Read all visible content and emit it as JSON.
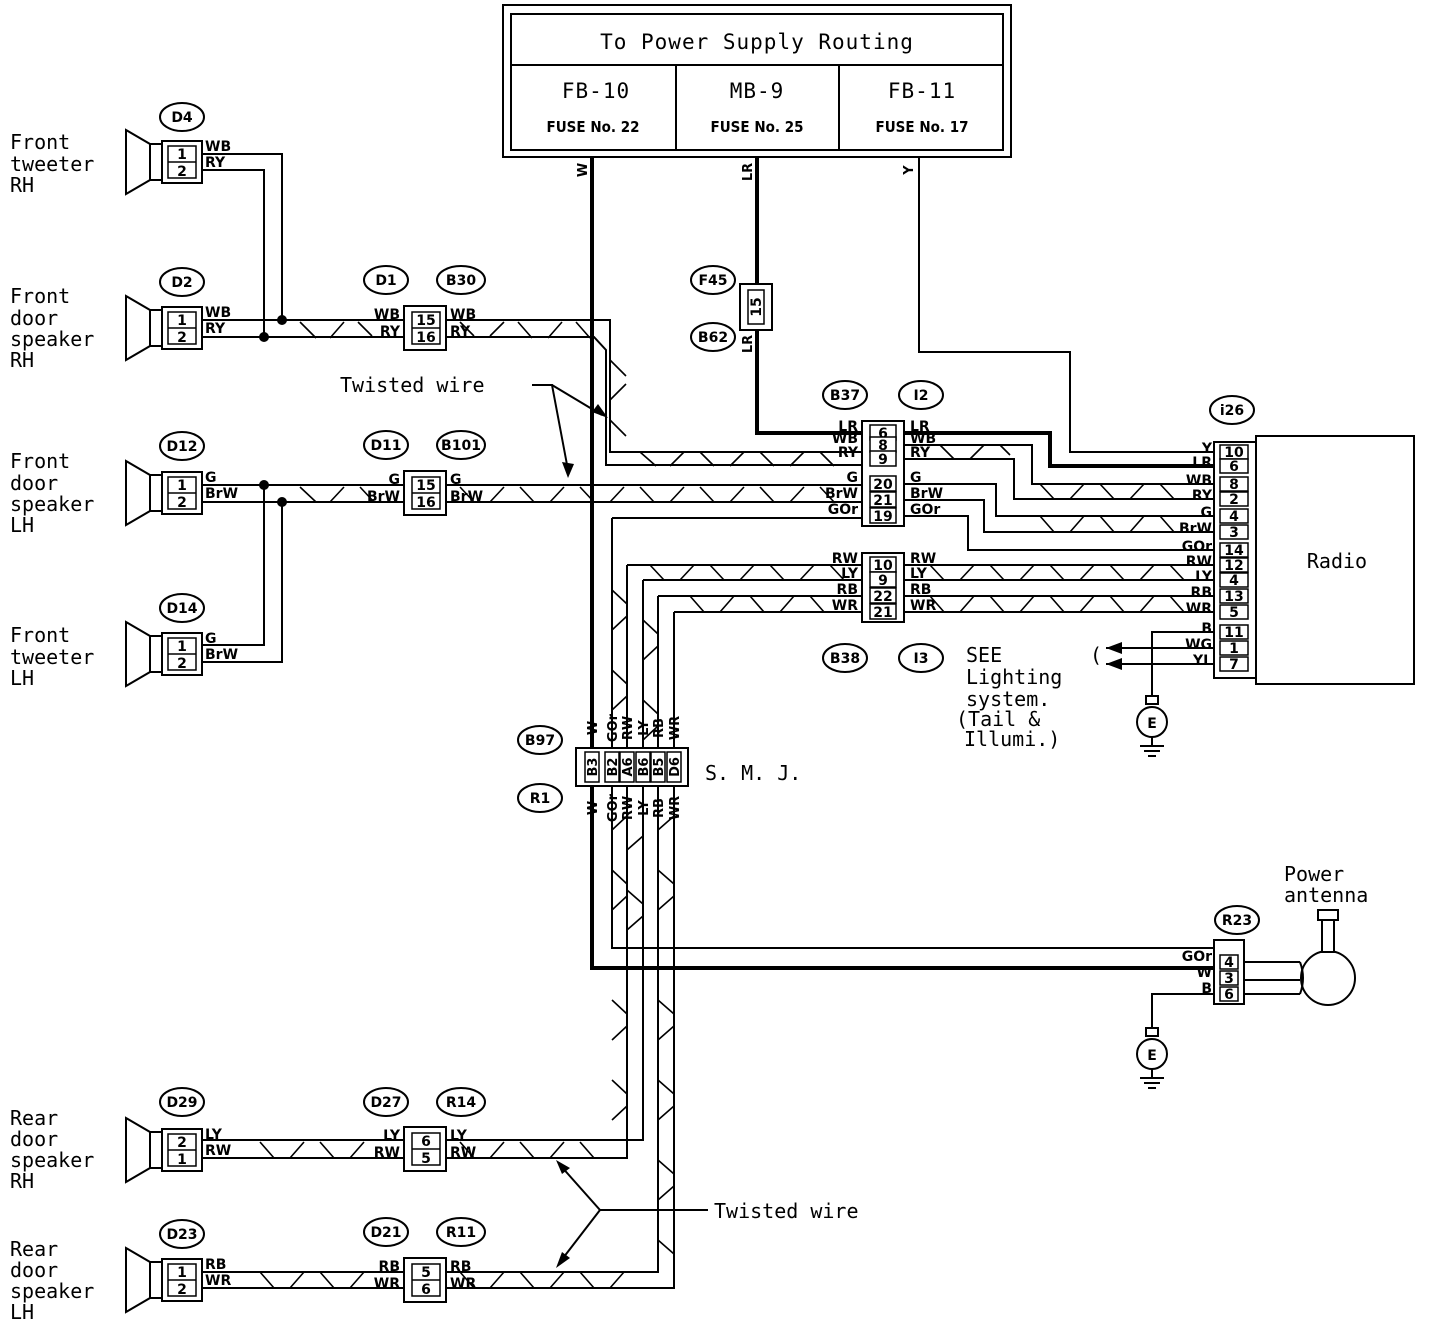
{
  "power_box": {
    "title": "To Power Supply Routing",
    "cells": [
      {
        "id": "FB-10",
        "fuse": "FUSE No. 22"
      },
      {
        "id": "MB-9",
        "fuse": "FUSE No. 25"
      },
      {
        "id": "FB-11",
        "fuse": "FUSE No. 17"
      }
    ],
    "wire_w": "W",
    "wire_lr": "LR",
    "wire_y": "Y"
  },
  "speakers": {
    "front_tweeter_rh": {
      "name": [
        "Front",
        "tweeter",
        "RH"
      ],
      "conn": "D4",
      "pins": [
        "1",
        "2"
      ],
      "wires": [
        "WB",
        "RY"
      ]
    },
    "front_door_rh": {
      "name": [
        "Front",
        "door",
        "speaker",
        "RH"
      ],
      "conn": "D2",
      "pins": [
        "1",
        "2"
      ],
      "wires": [
        "WB",
        "RY"
      ]
    },
    "front_door_lh": {
      "name": [
        "Front",
        "door",
        "speaker",
        "LH"
      ],
      "conn": "D12",
      "pins": [
        "1",
        "2"
      ],
      "wires": [
        "G",
        "BrW"
      ]
    },
    "front_tweeter_lh": {
      "name": [
        "Front",
        "tweeter",
        "LH"
      ],
      "conn": "D14",
      "pins": [
        "1",
        "2"
      ],
      "wires": [
        "G",
        "BrW"
      ]
    },
    "rear_door_rh": {
      "name": [
        "Rear",
        "door",
        "speaker",
        "RH"
      ],
      "conn": "D29",
      "pins": [
        "2",
        "1"
      ],
      "wires": [
        "LY",
        "RW"
      ]
    },
    "rear_door_lh": {
      "name": [
        "Rear",
        "door",
        "speaker",
        "LH"
      ],
      "conn": "D23",
      "pins": [
        "1",
        "2"
      ],
      "wires": [
        "RB",
        "WR"
      ]
    }
  },
  "inline": {
    "d1_b30": {
      "conn_a": "D1",
      "conn_b": "B30",
      "pins": [
        "15",
        "16"
      ],
      "wires": [
        "WB",
        "RY"
      ]
    },
    "d11_b101": {
      "conn_a": "D11",
      "conn_b": "B101",
      "pins": [
        "15",
        "16"
      ],
      "wires": [
        "G",
        "BrW"
      ]
    },
    "d27_r14": {
      "conn_a": "D27",
      "conn_b": "R14",
      "pins": [
        "6",
        "5"
      ],
      "wires": [
        "LY",
        "RW"
      ]
    },
    "d21_r11": {
      "conn_a": "D21",
      "conn_b": "R11",
      "pins": [
        "5",
        "6"
      ],
      "wires": [
        "RB",
        "WR"
      ]
    }
  },
  "fuse_conn": {
    "top": "F45",
    "bottom": "B62",
    "pin": "15",
    "wire": "LR"
  },
  "twisted_top": "Twisted wire",
  "twisted_bottom": "Twisted wire",
  "b37_i2": {
    "conn_a": "B37",
    "conn_b": "I2",
    "pins": [
      "6",
      "8",
      "9",
      "20",
      "21",
      "19"
    ],
    "left": [
      "LR",
      "WB",
      "RY",
      "G",
      "BrW",
      "GOr"
    ],
    "right": [
      "LR",
      "WB",
      "RY",
      "G",
      "BrW",
      "GOr"
    ]
  },
  "b38_i3": {
    "conn_a": "B38",
    "conn_b": "I3",
    "pins": [
      "10",
      "9",
      "22",
      "21"
    ],
    "left": [
      "RW",
      "LY",
      "RB",
      "WR"
    ],
    "right": [
      "RW",
      "LY",
      "RB",
      "WR"
    ]
  },
  "radio": {
    "label": "Radio",
    "conn": "i26",
    "pins": [
      "10",
      "6",
      "8",
      "2",
      "4",
      "3",
      "14",
      "12",
      "4",
      "13",
      "5",
      "11",
      "1",
      "7"
    ],
    "wires": [
      "Y",
      "LR",
      "WB",
      "RY",
      "G",
      "BrW",
      "GOr",
      "RW",
      "LY",
      "RB",
      "WR",
      "B",
      "WG",
      "YL"
    ]
  },
  "lighting": {
    "lines": [
      "SEE",
      "Lighting",
      "system.",
      "(Tail &",
      "Illumi.)"
    ]
  },
  "ground": "E",
  "smj": {
    "label": "S. M. J.",
    "conn_top": "B97",
    "conn_bottom": "R1",
    "pins": [
      "B3",
      "B2",
      "A6",
      "B6",
      "B5",
      "D6"
    ],
    "top_wires": [
      "W",
      "GOr",
      "RW",
      "LY",
      "RB",
      "WR"
    ],
    "bottom_wires": [
      "W",
      "GOr",
      "RW",
      "LY",
      "RB",
      "WR"
    ]
  },
  "antenna": {
    "label": [
      "Power",
      "antenna"
    ],
    "conn": "R23",
    "pins": [
      "4",
      "3",
      "6"
    ],
    "wires": [
      "GOr",
      "W",
      "B"
    ]
  }
}
